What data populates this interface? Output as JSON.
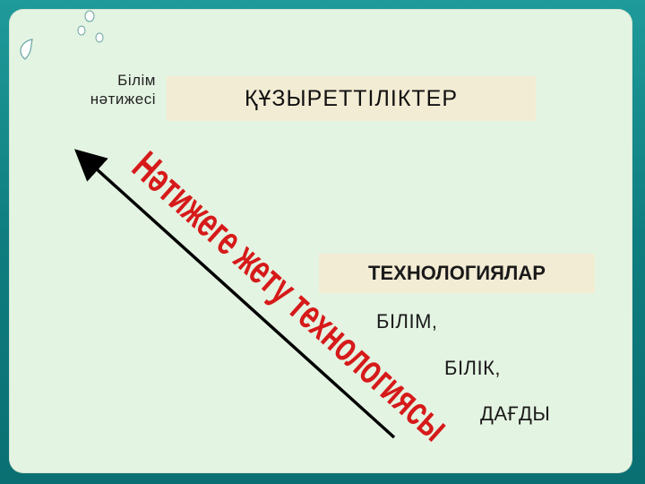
{
  "left_label": {
    "line1": "Білім",
    "line2": "нәтижесі"
  },
  "top_box": {
    "label": "ҚҰЗЫРЕТТІЛІКТЕР"
  },
  "middle_box": {
    "label": "ТЕХНОЛОГИЯЛАР"
  },
  "skills": [
    "БІЛІМ,",
    "БІЛІК,",
    "ДАҒДЫ"
  ],
  "diagonal": {
    "label": "Нәтижеге жету технологиясы"
  },
  "colors": {
    "frame": "#0f7d7f",
    "slide": "#e4f4e2",
    "box": "#f3ecd4",
    "diagonal_text": "#d61a1a",
    "arrow": "#000000"
  }
}
